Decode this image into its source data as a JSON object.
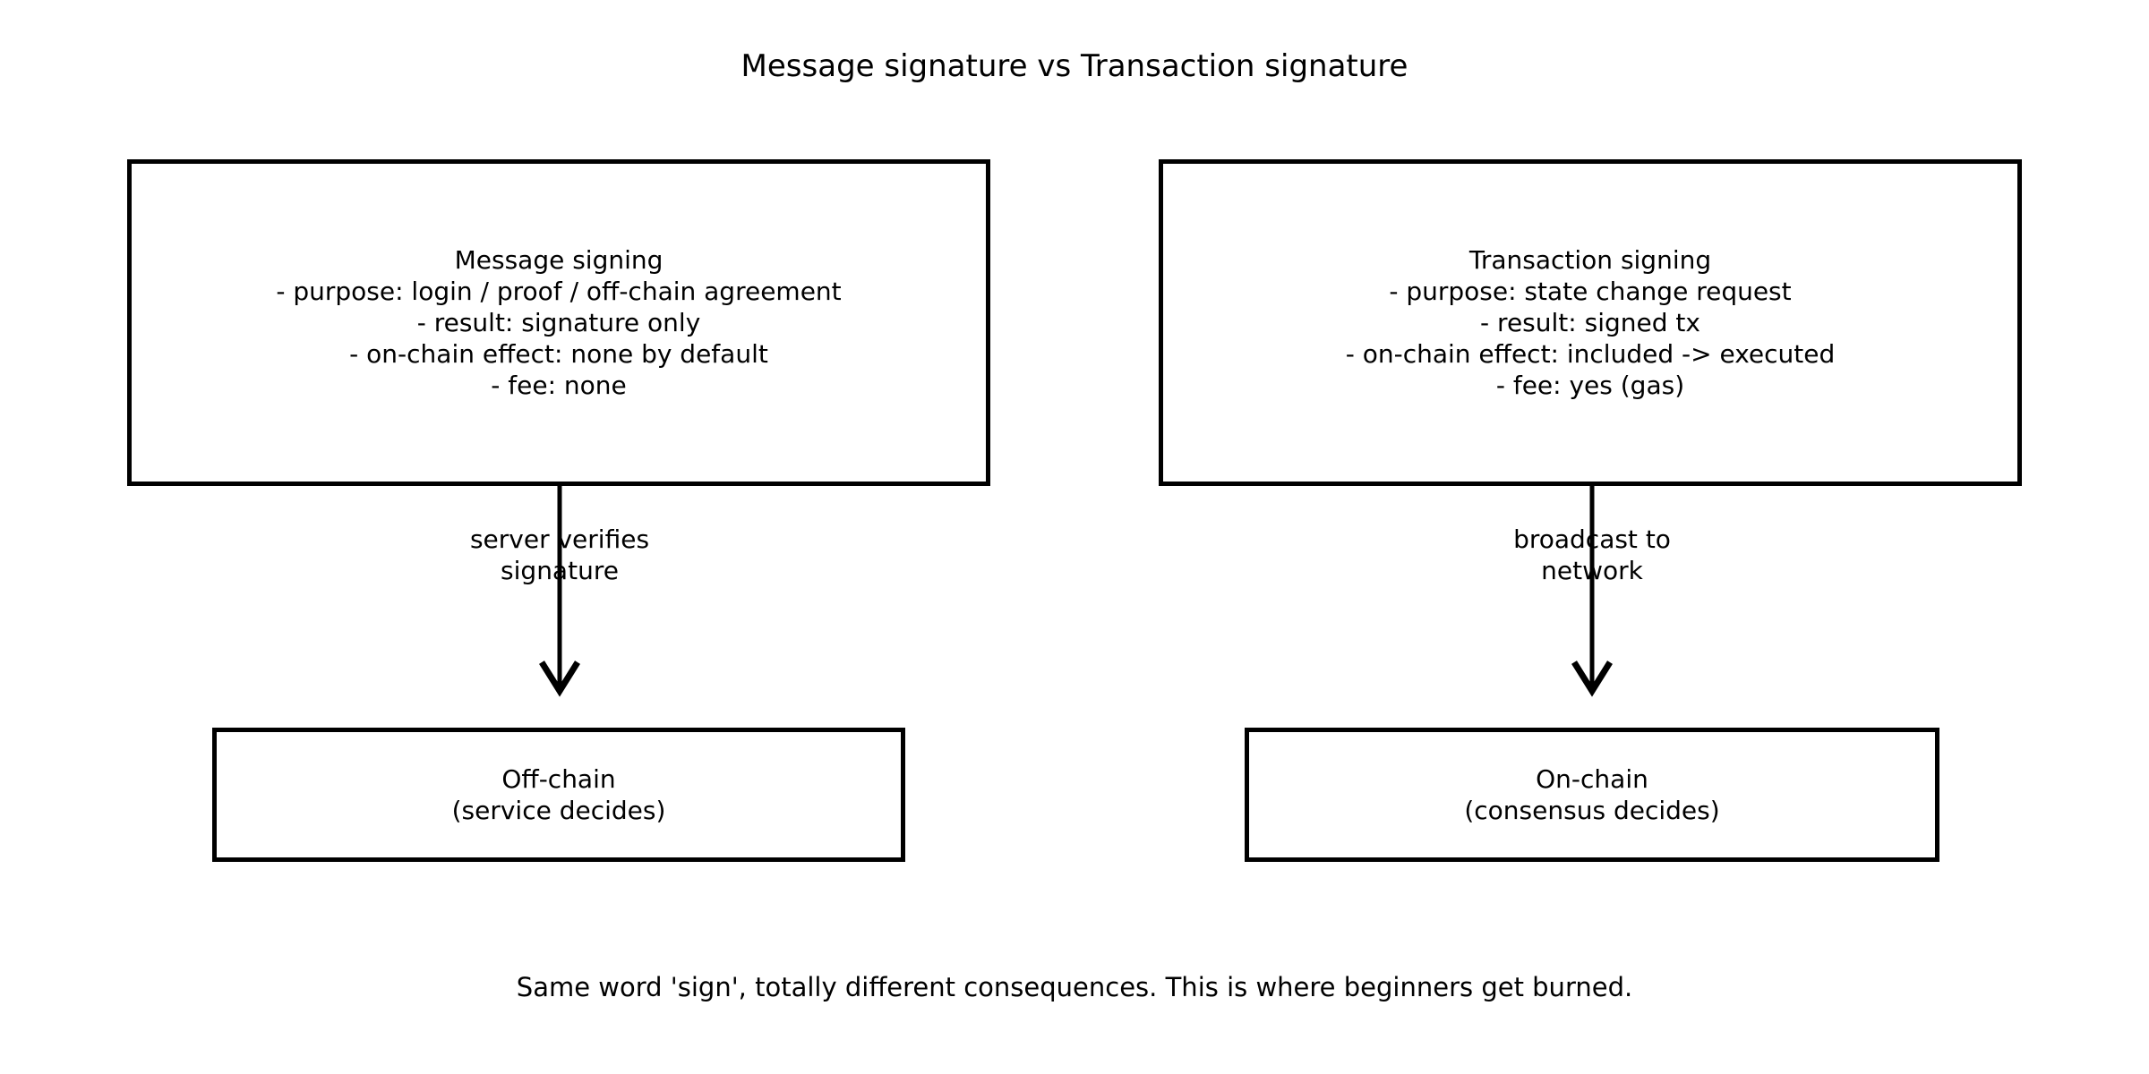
{
  "diagram": {
    "title": "Message signature vs Transaction signature",
    "caption": "Same word 'sign', totally different consequences. This is where beginners get burned.",
    "background_color": "#ffffff",
    "stroke_color": "#000000",
    "nodes": [
      {
        "id": "message-signing",
        "text": "Message signing\n- purpose: login / proof / off-chain agreement\n- result: signature only\n- on-chain effect: none by default\n- fee: none"
      },
      {
        "id": "transaction-signing",
        "text": "Transaction signing\n- purpose: state change request\n- result: signed tx\n- on-chain effect: included -> executed\n- fee: yes (gas)"
      },
      {
        "id": "off-chain",
        "text": "Off-chain\n(service decides)"
      },
      {
        "id": "on-chain",
        "text": "On-chain\n(consensus decides)"
      }
    ],
    "edges": [
      {
        "id": "message-to-offchain",
        "from": "message-signing",
        "to": "off-chain",
        "label": "server verifies\nsignature"
      },
      {
        "id": "transaction-to-onchain",
        "from": "transaction-signing",
        "to": "on-chain",
        "label": "broadcast to\nnetwork"
      }
    ]
  }
}
